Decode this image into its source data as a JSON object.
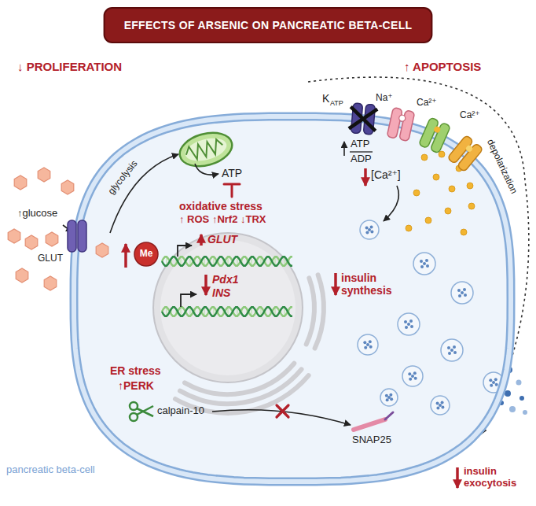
{
  "diagram": {
    "title": "EFFECTS OF ARSENIC ON PANCREATIC BETA-CELL",
    "nodes": [
      {
        "text": [
          "pancreatic beta-cell"
        ]
      },
      {
        "text": [
          "Me"
        ],
        "in": 0
      }
    ],
    "labels": [
      "↓ PROLIFERATION",
      "↑ APOPTOSIS",
      "↑glucose",
      "GLUT",
      "glycolysis",
      "ATP",
      "K",
      "ATP",
      "ATP",
      "ADP",
      "oxidative stress",
      "↑ ROS ↑Nrf2 ↓TRX",
      "GLUT",
      "Pdx1",
      "INS",
      "insulin synthesis",
      "ER stress",
      "↑PERK",
      "calpain-10",
      "SNAP25",
      "Na⁺",
      "Ca²⁺",
      "Ca²⁺",
      "[Ca²⁺]",
      "depolarization",
      "insulin exocytosis"
    ]
  }
}
